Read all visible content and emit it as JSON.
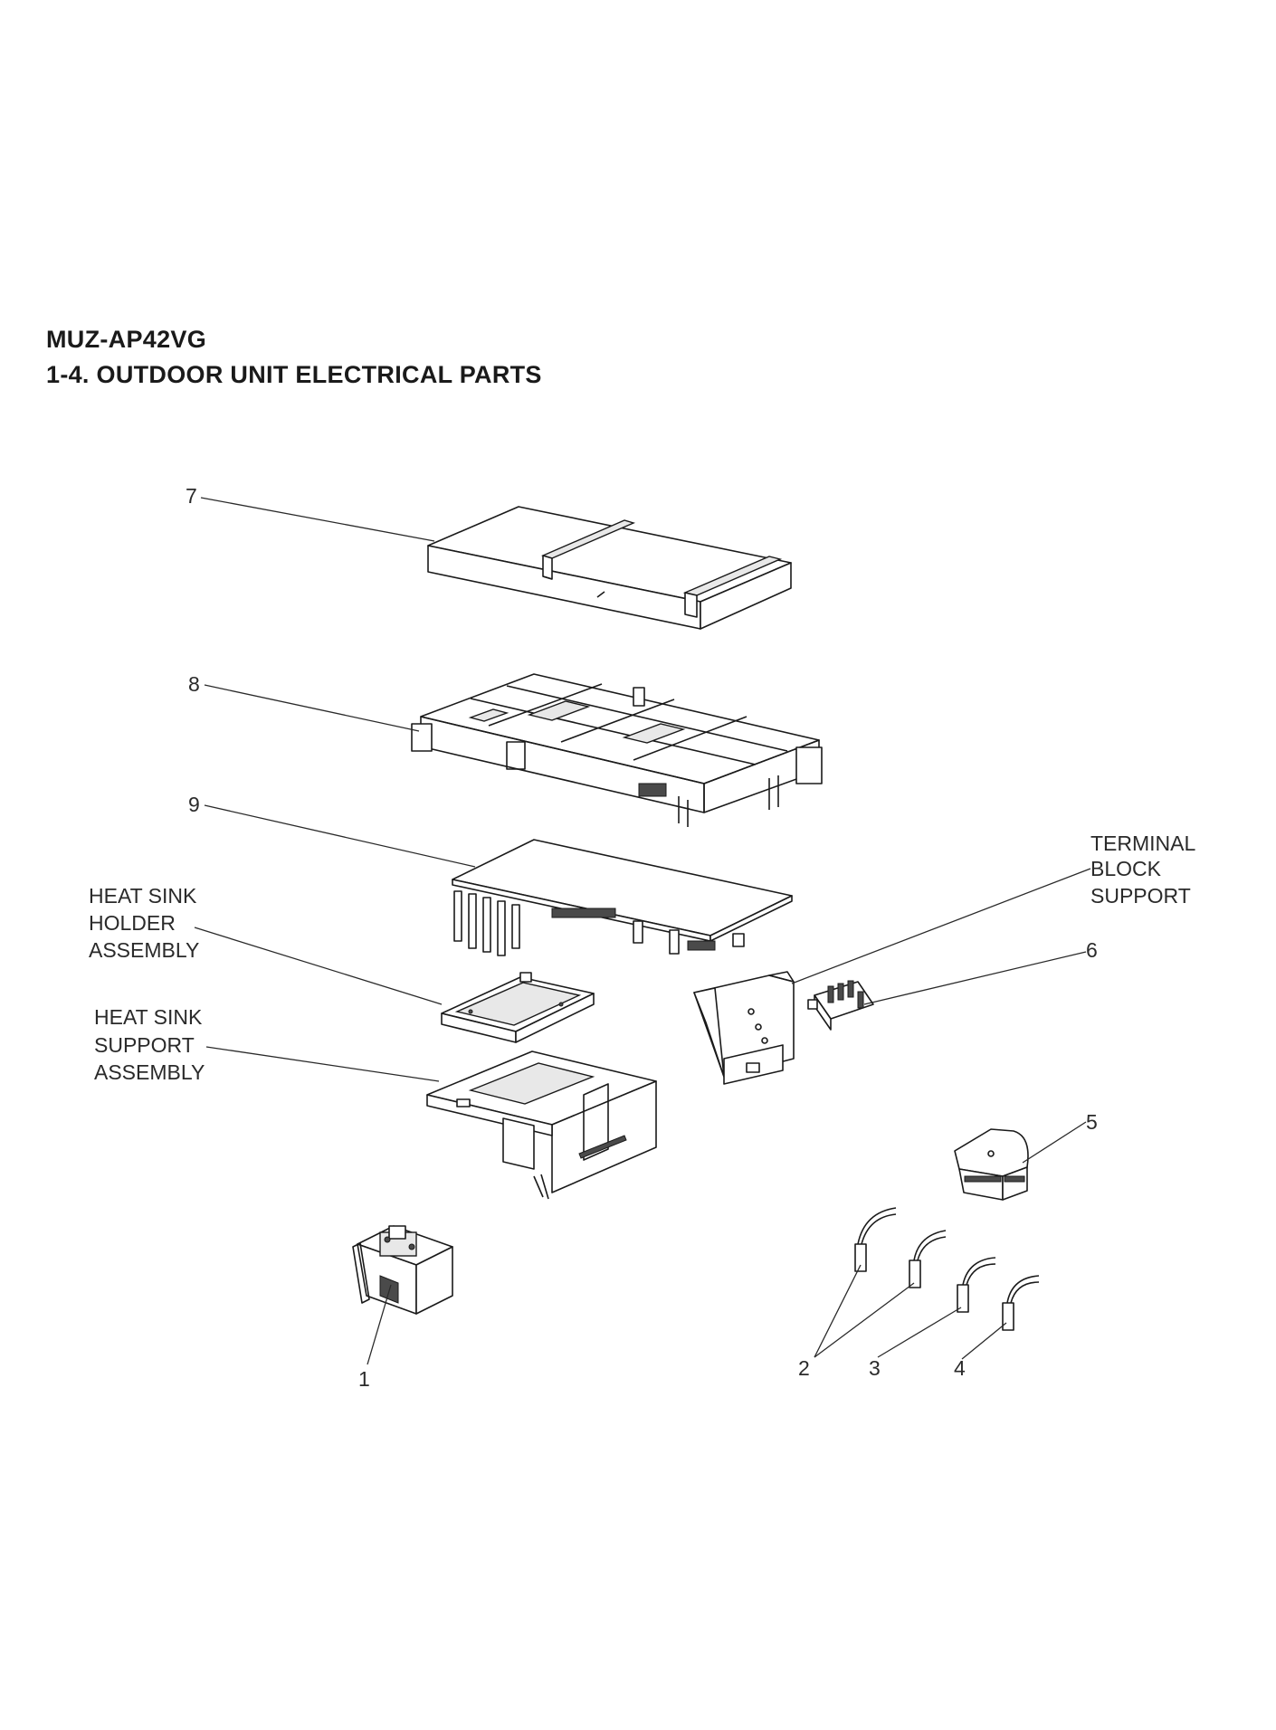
{
  "header": {
    "model": "MUZ-AP42VG",
    "section_title": "1-4. OUTDOOR UNIT ELECTRICAL PARTS"
  },
  "callouts": {
    "c7": "7",
    "c8": "8",
    "c9": "9",
    "c6": "6",
    "c5": "5",
    "c1": "1",
    "c2": "2",
    "c3": "3",
    "c4": "4"
  },
  "labels": {
    "terminal_block_support": [
      "TERMINAL",
      "BLOCK",
      "SUPPORT"
    ],
    "heat_sink_holder_assembly": [
      "HEAT SINK",
      "HOLDER",
      "ASSEMBLY"
    ],
    "heat_sink_support_assembly": [
      "HEAT SINK",
      "SUPPORT",
      "ASSEMBLY"
    ]
  }
}
